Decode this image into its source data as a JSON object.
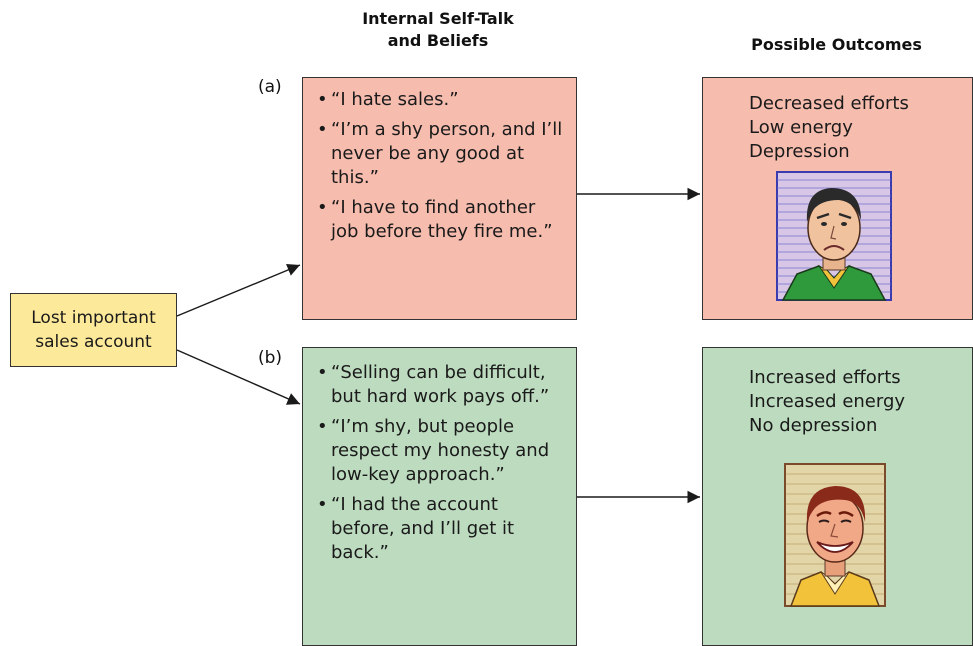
{
  "headers": {
    "left_line1": "Internal Self-Talk",
    "left_line2": "and Beliefs",
    "right": "Possible Outcomes"
  },
  "start": {
    "line1": "Lost important",
    "line2": "sales account"
  },
  "branch_a": {
    "label": "(a)",
    "beliefs": [
      "“I hate sales.”",
      "“I’m a shy person, and I’ll never be any good at this.”",
      "“I have to find another job before they fire me.”"
    ],
    "outcomes": [
      "Decreased efforts",
      "Low energy",
      "Depression"
    ],
    "face_icon": "sad-man-icon"
  },
  "branch_b": {
    "label": "(b)",
    "beliefs": [
      "“Selling can be difficult, but hard work pays off.”",
      "“I’m shy, but people respect my honesty and low-key approach.”",
      "“I had the account before, and I’ll get it back.”"
    ],
    "outcomes": [
      "Increased efforts",
      "Increased energy",
      "No depression"
    ],
    "face_icon": "happy-man-icon"
  },
  "colors": {
    "negative_box": "#f6bcae",
    "positive_box": "#bddbbf",
    "start_box": "#fde99a"
  }
}
